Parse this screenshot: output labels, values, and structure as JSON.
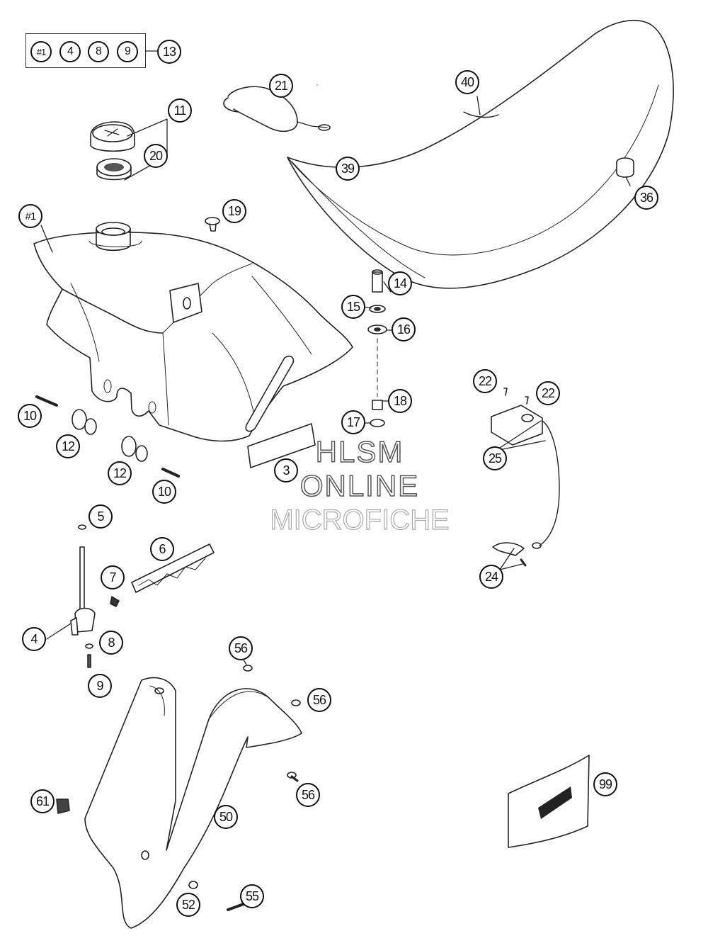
{
  "watermark": {
    "line1": "HLSM",
    "line2": "ONLINE",
    "line3": "MICROFICHE"
  },
  "kit": {
    "items": [
      "#1",
      "4",
      "8",
      "9"
    ],
    "result": "13"
  },
  "callouts": {
    "c11": "11",
    "c20": "20",
    "c21": "21",
    "c40": "40",
    "c39": "39",
    "c36": "36",
    "c1": "#1",
    "c19": "19",
    "c14": "14",
    "c15": "15",
    "c16": "16",
    "c18": "18",
    "c17": "17",
    "c22a": "22",
    "c22b": "22",
    "c25": "25",
    "c24": "24",
    "c10a": "10",
    "c12a": "12",
    "c12b": "12",
    "c10b": "10",
    "c3": "3",
    "c5": "5",
    "c6": "6",
    "c7": "7",
    "c4": "4",
    "c8": "8",
    "c9": "9",
    "c56a": "56",
    "c56b": "56",
    "c56c": "56",
    "c61": "61",
    "c50": "50",
    "c99": "99",
    "c52": "52",
    "c55": "55"
  }
}
